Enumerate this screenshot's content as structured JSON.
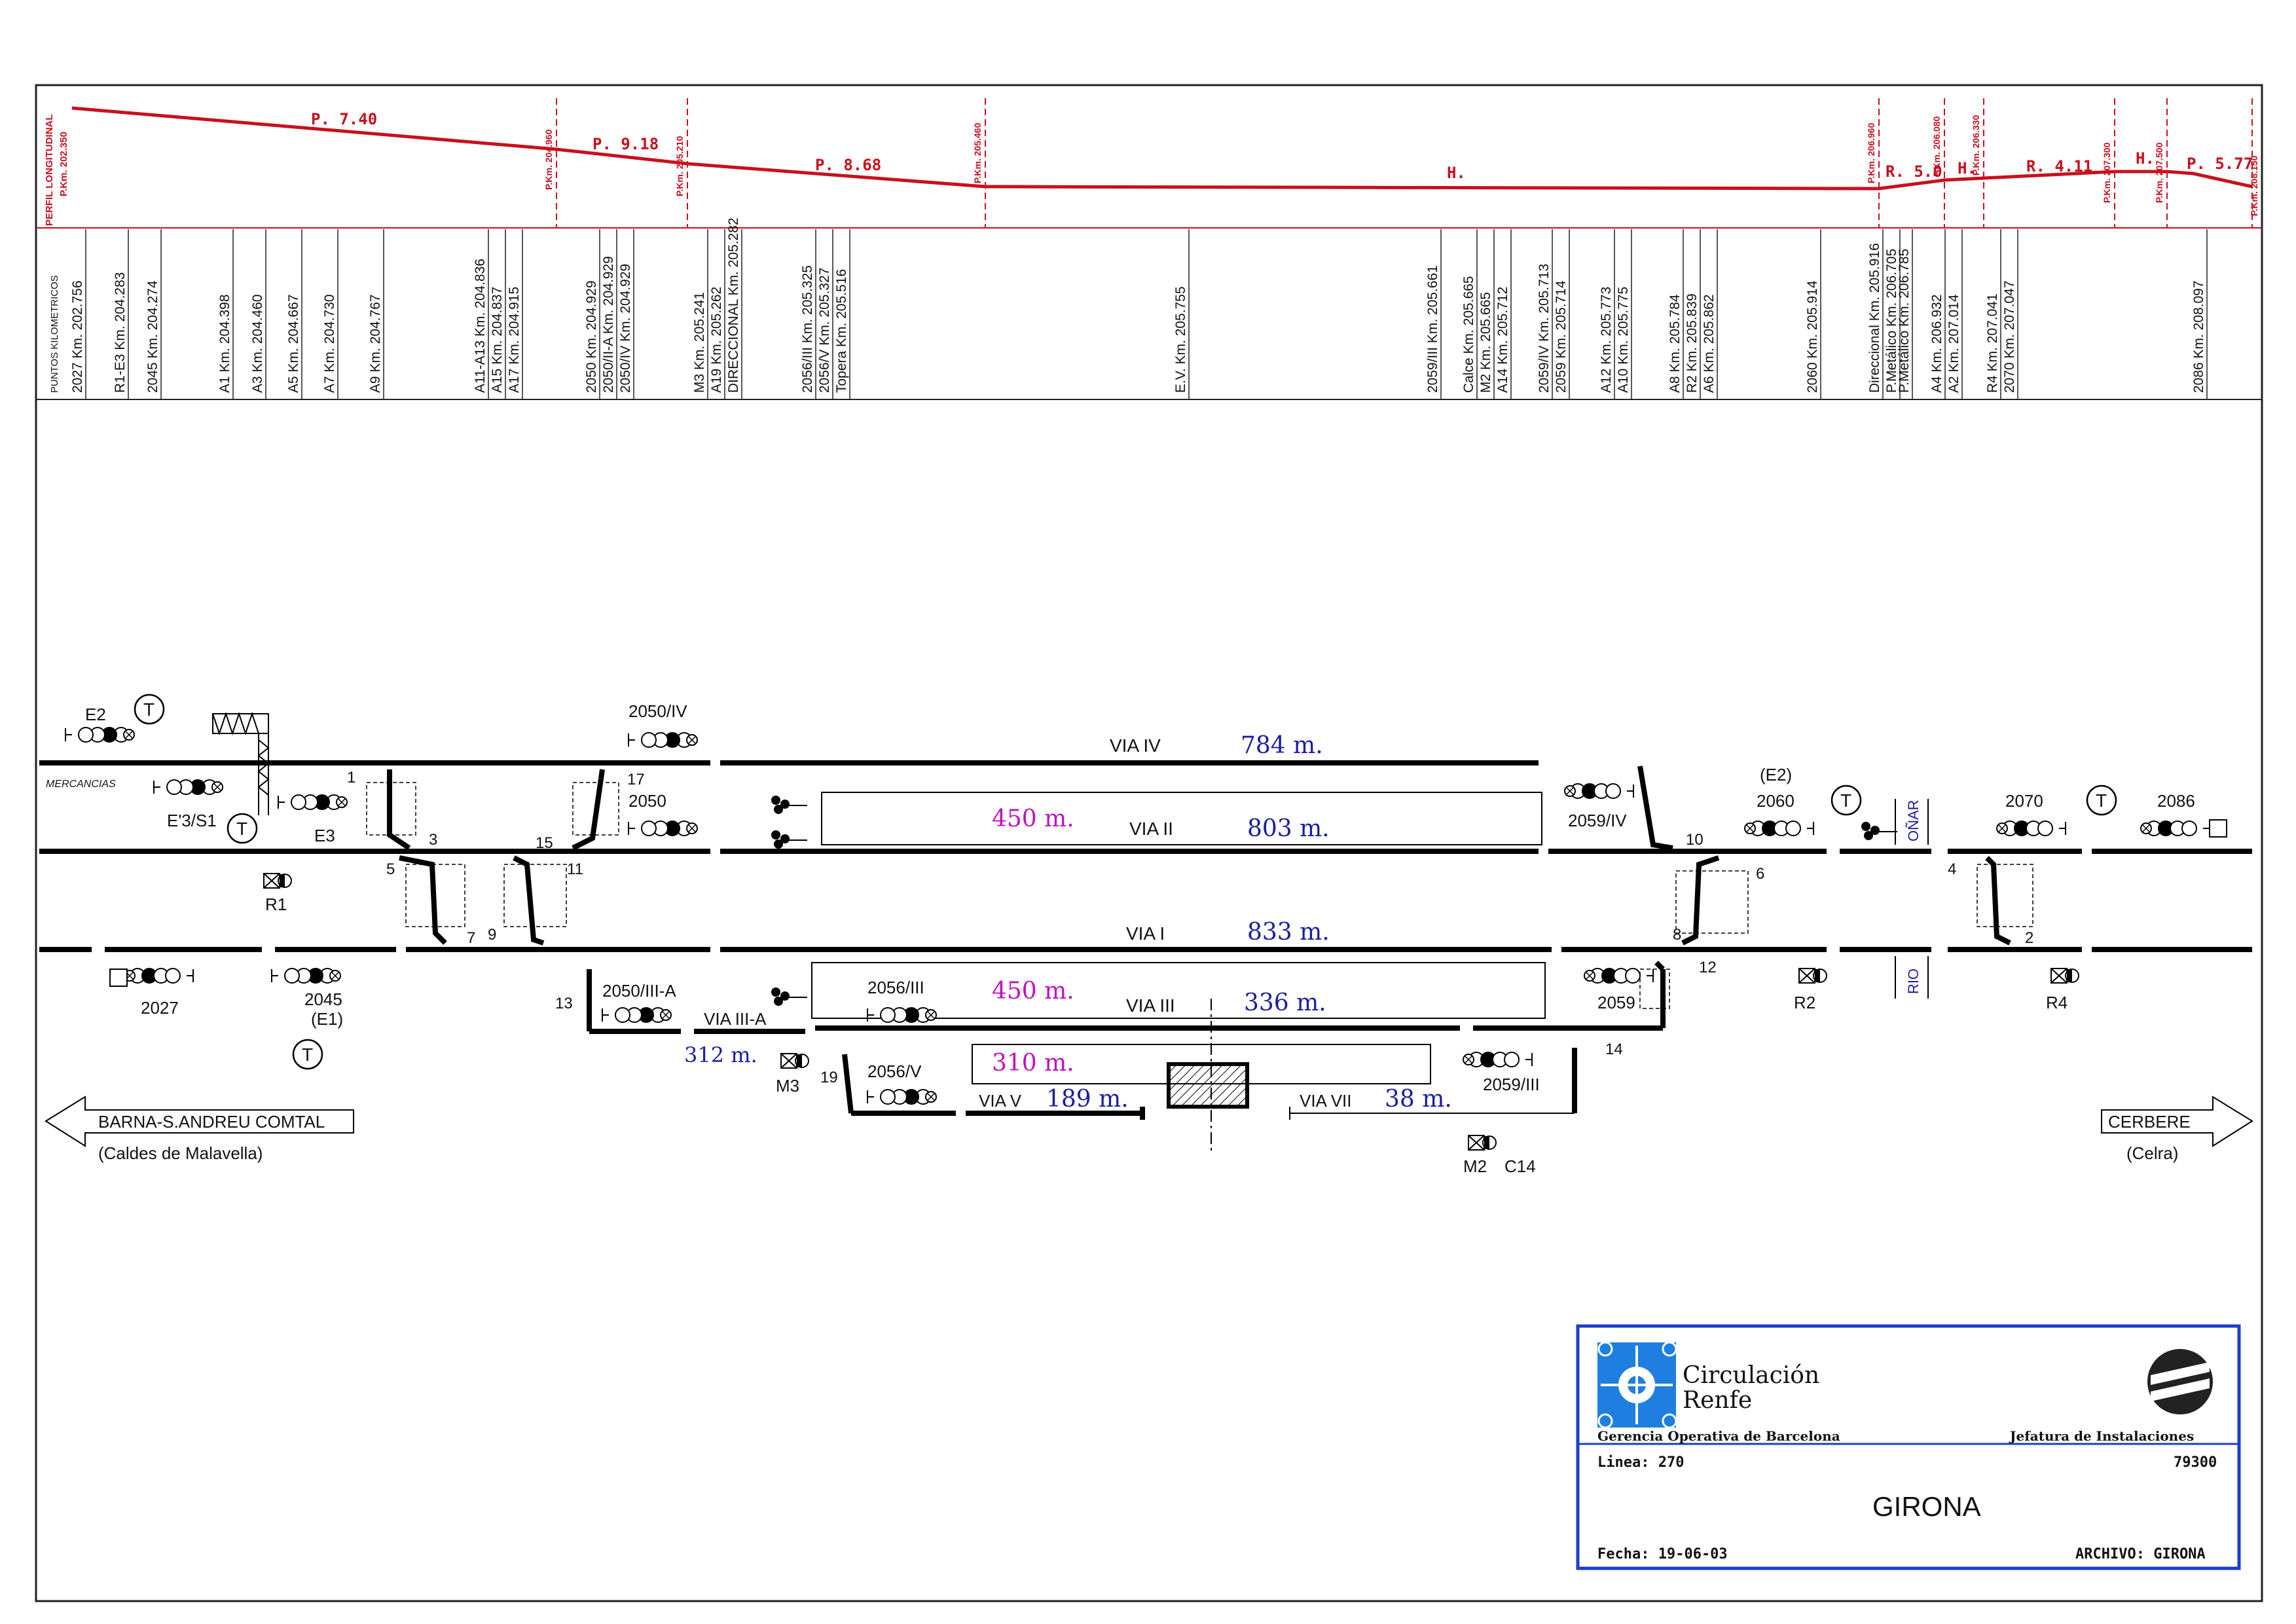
{
  "colors": {
    "profile": "#c8101e",
    "track": "#000000",
    "length_blue": "#1a1ea0",
    "length_magenta": "#c010c0",
    "title_border": "#1c3fc8",
    "logo": "#1e7fe0"
  },
  "profile": {
    "heading": "PERFIL LONGITUDINAL",
    "start_pk": "P.Km. 202.350",
    "segments": [
      {
        "x0": 0.0,
        "x1": 0.22,
        "label": "P. 7.40"
      },
      {
        "x0": 0.22,
        "x1": 0.295,
        "label": "P. 9.18"
      },
      {
        "x0": 0.295,
        "x1": 0.42,
        "label": "P. 8.68"
      },
      {
        "x0": 0.42,
        "x1": 0.83,
        "label": "H."
      },
      {
        "x0": 0.83,
        "x1": 0.86,
        "label": "R. 5.0"
      },
      {
        "x0": 0.86,
        "x1": 0.88,
        "label": "H."
      },
      {
        "x0": 0.88,
        "x1": 0.95,
        "label": "R. 4.11"
      },
      {
        "x0": 0.95,
        "x1": 0.975,
        "label": "H."
      },
      {
        "x0": 0.975,
        "x1": 1.0,
        "label": "P. 5.77"
      }
    ],
    "breakpoints": [
      "P.Km. 204.960",
      "P.Km. 205.210",
      "P.Km. 205.460",
      "P.Km. 206.960",
      "P.Km. 206.080",
      "P.Km. 206.330",
      "P.Km. 207.300",
      "P.Km. 207.500",
      "P.Km. 208.150"
    ]
  },
  "points": {
    "heading": "PUNTOS KILOMETRICOS",
    "groups": [
      [
        "2027  Km.  202.756"
      ],
      [
        "R1-E3  Km.  204.283"
      ],
      [
        "2045  Km.  204.274"
      ],
      [
        "A1  Km.  204.398"
      ],
      [
        "A3  Km.  204.460"
      ],
      [
        "A5  Km.  204.667"
      ],
      [
        "A7  Km.  204.730"
      ],
      [
        "A9  Km.  204.767"
      ],
      [
        "A11-A13  Km.  204.836",
        "A15  Km.  204.837",
        "A17  Km.  204.915"
      ],
      [
        "2050  Km.  204.929",
        "2050/II-A  Km.  204.929",
        "2050/IV  Km.  204.929"
      ],
      [
        "M3  Km.  205.241",
        "A19  Km.  205.262",
        "DIRECCIONAL  Km.  205.282"
      ],
      [
        "2056/III  Km.  205.325",
        "2056/V  Km.  205.327",
        "Topera  Km.  205.516"
      ],
      [
        "E.V.  Km.  205.755"
      ],
      [
        "2059/III  Km.  205.661"
      ],
      [
        "Calce  Km.  205.665",
        "M2  Km.  205.665",
        "A14  Km.  205.712"
      ],
      [
        "2059/IV  Km.  205.713",
        "2059  Km.  205.714"
      ],
      [
        "A12  Km.  205.773",
        "A10  Km.  205.775"
      ],
      [
        "A8  Km.  205.784",
        "R2  Km.  205.839",
        "A6  Km.  205.862"
      ],
      [
        "2060  Km.  205.914"
      ],
      [
        "Direccional  Km.  205.916",
        "P.Metálico  Km.  206.705"
      ],
      [
        "P.Metálico  Km.  206.785"
      ],
      [
        "A4  Km.  206.932",
        "A2  Km.  207.014"
      ],
      [
        "R4  Km.  207.041",
        "2070  Km.  207.047"
      ],
      [
        "2086  Km.  208.097"
      ]
    ]
  },
  "tracks": {
    "via_iv": {
      "label": "VIA  IV",
      "length": "784  m."
    },
    "via_ii": {
      "label": "VIA  II",
      "length": "803  m.",
      "platform": "450  m."
    },
    "via_i": {
      "label": "VIA  I",
      "length": "833  m."
    },
    "via_iii": {
      "label": "VIA  III",
      "length": "336  m.",
      "platform": "450  m."
    },
    "via_iii_a": {
      "label": "VIA  III-A",
      "length": "312  m."
    },
    "via_v": {
      "label": "VIA  V",
      "length": "189  m.",
      "platform": "310  m."
    },
    "via_vii": {
      "label": "VIA  VII",
      "length": "38  m."
    },
    "mercancias": "MERCANCIAS"
  },
  "signals": {
    "e2": "E2",
    "e3s1": "E'3/S1",
    "e3": "E3",
    "r1": "R1",
    "s2027": "2027",
    "s2045": "2045",
    "e1": "(E1)",
    "s2050iv": "2050/IV",
    "s2050": "2050",
    "s2050iiia": "2050/III-A",
    "m3": "M3",
    "s2056iii": "2056/III",
    "s2056v": "2056/V",
    "s2059iv": "2059/IV",
    "s2059": "2059",
    "s2059iii": "2059/III",
    "m2": "M2",
    "c14": "C14",
    "e2b": "(E2)",
    "s2060": "2060",
    "r2": "R2",
    "s2070": "2070",
    "r4": "R4",
    "s2086": "2086",
    "onar": "OÑAR",
    "rio": "RIO",
    "t": "T"
  },
  "switches": [
    "1",
    "3",
    "5",
    "7",
    "9",
    "11",
    "13",
    "15",
    "17",
    "19",
    "2",
    "4",
    "6",
    "8",
    "10",
    "12",
    "14"
  ],
  "directions": {
    "left_main": "BARNA-S.ANDREU COMTAL",
    "left_sub": "(Caldes de Malavella)",
    "right_main": "CERBERE",
    "right_sub": "(Celra)"
  },
  "titleblock": {
    "brand1": "Circulación",
    "brand2": "Renfe",
    "dept_left": "Gerencia Operativa de Barcelona",
    "dept_right": "Jefatura de Instalaciones",
    "line_label": "Linea:  270",
    "code": "79300",
    "station": "GIRONA",
    "date": "Fecha:  19-06-03",
    "file": "ARCHIVO:  GIRONA"
  }
}
